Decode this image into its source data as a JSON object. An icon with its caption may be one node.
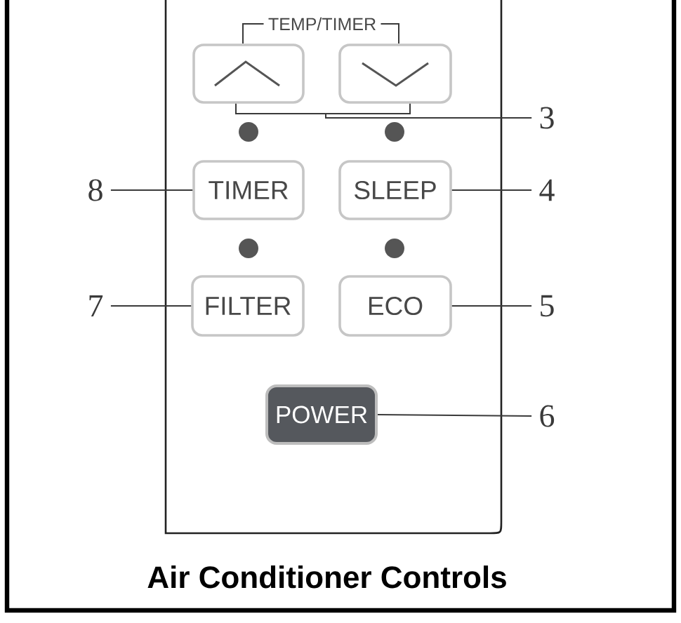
{
  "diagram": {
    "title": "Air Conditioner Controls",
    "nodes": [
      {
        "text": [],
        "shape": "box"
      },
      {
        "text": [],
        "shape": "box",
        "in": 0
      },
      {
        "text": [],
        "shape": "box",
        "in": 0
      },
      {
        "text": [
          "3"
        ]
      },
      {
        "text": [
          "8"
        ]
      },
      {
        "text": [
          "TIMER"
        ],
        "in": 0
      },
      {
        "text": [
          "SLEEP"
        ],
        "in": 0
      },
      {
        "text": [
          "4"
        ]
      },
      {
        "text": [
          "7"
        ]
      },
      {
        "text": [
          "FILTER"
        ],
        "in": 0
      },
      {
        "text": [
          "ECO"
        ],
        "in": 0
      },
      {
        "text": [
          "5"
        ]
      },
      {
        "text": [
          "POWER"
        ],
        "in": 0
      },
      {
        "text": [
          "6"
        ]
      }
    ],
    "edges": [
      {
        "from": 3,
        "to": 1,
        "arrow": "none"
      },
      {
        "from": 3,
        "to": 2,
        "arrow": "none"
      },
      {
        "from": 4,
        "to": 5,
        "arrow": "none"
      },
      {
        "from": 7,
        "to": 6,
        "arrow": "none"
      },
      {
        "from": 8,
        "to": 9,
        "arrow": "none"
      },
      {
        "from": 11,
        "to": 10,
        "arrow": "none"
      },
      {
        "from": 13,
        "to": 12,
        "arrow": "none"
      }
    ],
    "labels": [
      "TEMP/TIMER"
    ]
  }
}
